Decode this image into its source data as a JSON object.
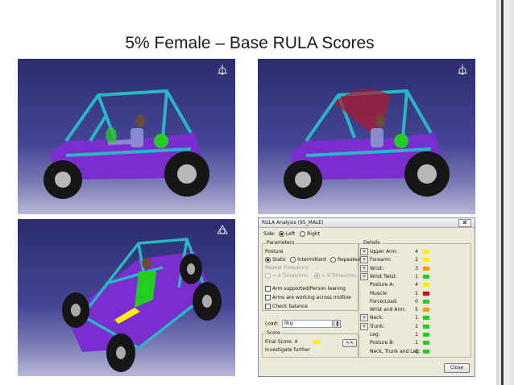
{
  "slide": {
    "title": "5% Female – Base RULA Scores"
  },
  "colors": {
    "green": "#22cc22",
    "yellow": "#ffee00",
    "orange": "#ff9900",
    "red": "#dd0000",
    "frame_cyan": "#29b7c4",
    "body_purple": "#7a2ed0"
  },
  "dialog": {
    "title": "RULA Analysis (95_MALE)",
    "close_label": "⊠",
    "side_label": "Side:",
    "side_left": "Left",
    "side_right": "Right",
    "parameters_label": "Parameters",
    "posture_label": "Posture",
    "posture_static": "Static",
    "posture_intermittent": "Intermittent",
    "posture_repeated": "Repeated",
    "repeat_frequency_label": "Repeat Frequency",
    "freq_lt4": "< 4 Times/min.",
    "freq_gt4": "> 4 Times/min.",
    "arm_supported": "Arm supported/Person leaning",
    "arms_midline": "Arms are working across midline",
    "check_balance": "Check balance",
    "load_label": "Load:",
    "load_value": "0kg",
    "score_label": "Score",
    "final_score": "Final Score: 4",
    "investigate": "Investigate further",
    "expand_button": "<<",
    "details_label": "Details",
    "close_button": "Close",
    "details": [
      {
        "label": "Upper Arm:",
        "value": "4",
        "color": "yellow",
        "expand": true
      },
      {
        "label": "Forearm:",
        "value": "2",
        "color": "yellow",
        "expand": true
      },
      {
        "label": "Wrist:",
        "value": "3",
        "color": "orange",
        "expand": true
      },
      {
        "label": "Wrist Twist:",
        "value": "1",
        "color": "green",
        "expand": true
      },
      {
        "label": "Posture A:",
        "value": "4",
        "color": "yellow",
        "expand": false
      },
      {
        "label": "Muscle:",
        "value": "1",
        "color": "red",
        "expand": false
      },
      {
        "label": "Force/Load:",
        "value": "0",
        "color": "green",
        "expand": false
      },
      {
        "label": "Wrist and Arm:",
        "value": "5",
        "color": "orange",
        "expand": false
      },
      {
        "label": "Neck:",
        "value": "1",
        "color": "green",
        "expand": true
      },
      {
        "label": "Trunk:",
        "value": "1",
        "color": "green",
        "expand": true
      },
      {
        "label": "Leg:",
        "value": "1",
        "color": "green",
        "expand": false
      },
      {
        "label": "Posture B:",
        "value": "1",
        "color": "green",
        "expand": false
      },
      {
        "label": "Neck, Trunk and Leg:",
        "value": "2",
        "color": "green",
        "expand": false
      }
    ]
  }
}
